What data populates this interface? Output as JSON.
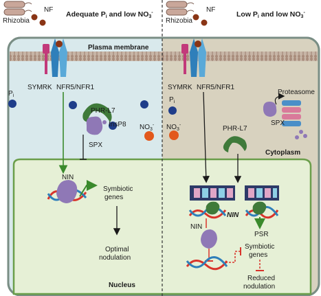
{
  "left_panel": {
    "title": "Adequate P",
    "title_sub": "i",
    "title_rest": " and low NO",
    "title_sub2": "3",
    "title_sup": "-",
    "rhizobia": "Rhizobia",
    "nf": "NF",
    "membrane": "Plasma membrane",
    "symrk": "SYMRK",
    "nfr": "NFR5/NFR1",
    "pi": "P",
    "pi_sub": "i",
    "phr": "PHR-L7",
    "insp8": "InsP8",
    "spx": "SPX",
    "no3": "NO",
    "no3_sub": "3",
    "no3_sup": "-",
    "nin": "NIN",
    "symbiotic_genes": [
      "Symbiotic",
      "genes"
    ],
    "optimal": [
      "Optimal",
      "nodulation"
    ],
    "nucleus": "Nucleus"
  },
  "right_panel": {
    "title": "Low P",
    "title_sub": "i",
    "title_rest": " and low NO",
    "title_sub2": "3",
    "title_sup": "-",
    "rhizobia": "Rhizobia",
    "nf": "NF",
    "symrk": "SYMRK",
    "nfr": "NFR5/NFR1",
    "pi": "P",
    "pi_sub": "i",
    "no3": "NO",
    "no3_sub": "3",
    "no3_sup": "-",
    "phr": "PHR-L7",
    "proteasome": "Proteasome",
    "spx": "SPX",
    "cytoplasm": "Cytoplasm",
    "nin_gene": "NIN",
    "nin": "NIN",
    "psr": "PSR",
    "symbiotic_genes": [
      "Symbiotic",
      "genes"
    ],
    "reduced": [
      "Reduced",
      "nodulation"
    ]
  },
  "colors": {
    "left_bg": "#d9e9ec",
    "right_bg": "#d8d2bf",
    "nucleus_bg": "#e6f0d6",
    "nucleus_border": "#6a9e4a",
    "green_protein": "#3f7a3a",
    "purple_protein": "#8f78b6",
    "pi_ball": "#1f3d8a",
    "no3_ball": "#e2581c",
    "nf_ball": "#8a3515",
    "inhibit_red": "#d9342b",
    "activate_green": "#3a8a2c"
  }
}
